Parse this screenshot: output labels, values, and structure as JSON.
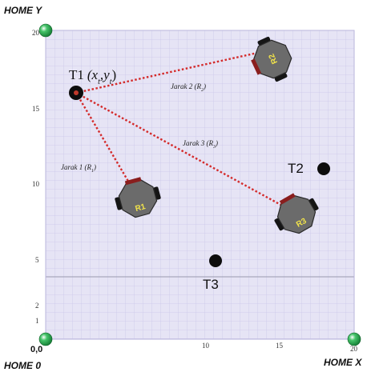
{
  "corners": {
    "home_y": "HOME Y",
    "home_0": "HOME 0",
    "home_x": "HOME X",
    "origin": "0,0"
  },
  "axes": {
    "x_ticks": [
      "10",
      "15",
      "20"
    ],
    "y_ticks": [
      "1",
      "2",
      "5",
      "10",
      "15",
      "20"
    ]
  },
  "targets": {
    "t1": "T1",
    "t1_coords": "(x",
    "t2": "T2",
    "t3": "T3"
  },
  "robots": {
    "r1": "R1",
    "r2": "R2",
    "r3": "R3"
  },
  "distances": {
    "d1": "Jarak 1 (R",
    "d2": "Jarak 2 (R",
    "d3": "Jarak 3 (R"
  },
  "colors": {
    "grid_bg": "#e4e2f4",
    "grid_line": "#c9c6ea",
    "dotted_line": "#d42b2b",
    "robot_body": "#6b6b6b",
    "home_marker": "#1f9d45",
    "label_yellow": "#f1e34a"
  }
}
